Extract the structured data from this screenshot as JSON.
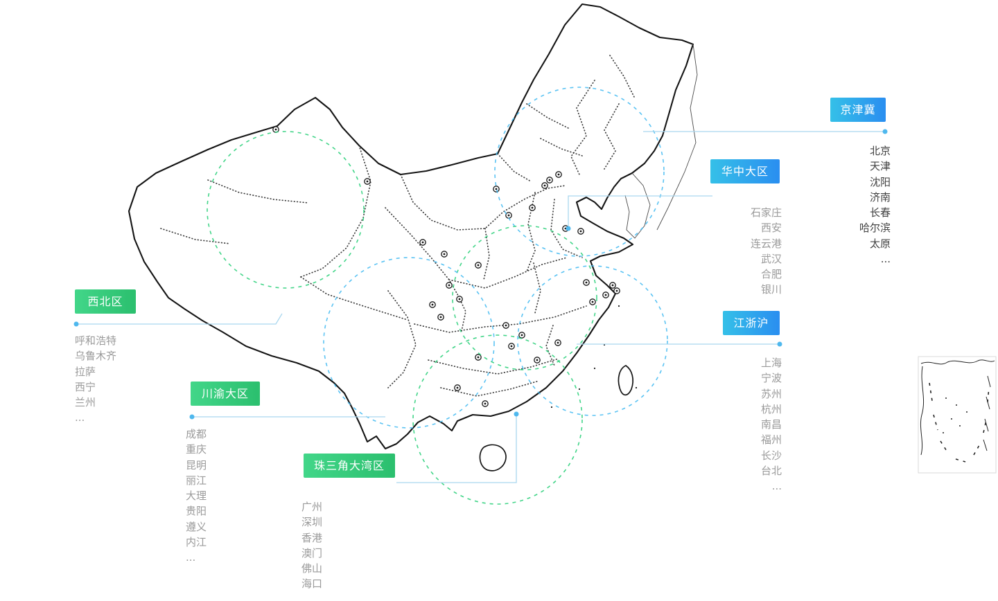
{
  "page": {
    "background": "#ffffff"
  },
  "colors": {
    "badge_blue_start": "#35c0e8",
    "badge_blue_end": "#2a8ef0",
    "badge_green_start": "#42d689",
    "badge_green_end": "#2bbf6e",
    "coverage_circle_green": "#2fd07c",
    "coverage_circle_blue": "#49bdf2",
    "connector_line": "#a9d7ef",
    "connector_dot": "#4fb8ee",
    "map_stroke": "#141414",
    "city_text_dark": "#3f3f3f",
    "city_text_gray": "#9a9a9a"
  },
  "regions": [
    {
      "id": "jingjinji",
      "label": "京津冀",
      "color": "blue",
      "cities": [
        "北京",
        "天津",
        "沈阳",
        "济南",
        "长春",
        "哈尔滨",
        "太原",
        "..."
      ]
    },
    {
      "id": "huazhong",
      "label": "华中大区",
      "color": "blue",
      "cities": [
        "石家庄",
        "西安",
        "连云港",
        "武汉",
        "合肥",
        "银川"
      ]
    },
    {
      "id": "jiangzhehu",
      "label": "江浙沪",
      "color": "blue",
      "cities": [
        "上海",
        "宁波",
        "苏州",
        "杭州",
        "南昌",
        "福州",
        "长沙",
        "台北",
        "..."
      ]
    },
    {
      "id": "xibei",
      "label": "西北区",
      "color": "green",
      "cities": [
        "呼和浩特",
        "乌鲁木齐",
        "拉萨",
        "西宁",
        "兰州",
        "..."
      ]
    },
    {
      "id": "chuanyu",
      "label": "川渝大区",
      "color": "green",
      "cities": [
        "成都",
        "重庆",
        "昆明",
        "丽江",
        "大理",
        "贵阳",
        "遵义",
        "内江",
        "..."
      ]
    },
    {
      "id": "zhusanjiao",
      "label": "珠三角大湾区",
      "color": "green",
      "cities": [
        "广州",
        "深圳",
        "香港",
        "澳门",
        "佛山",
        "海口",
        "..."
      ]
    }
  ],
  "icons": {
    "city_marker": "city-marker-icon",
    "inset": "south-china-sea-inset-map"
  }
}
